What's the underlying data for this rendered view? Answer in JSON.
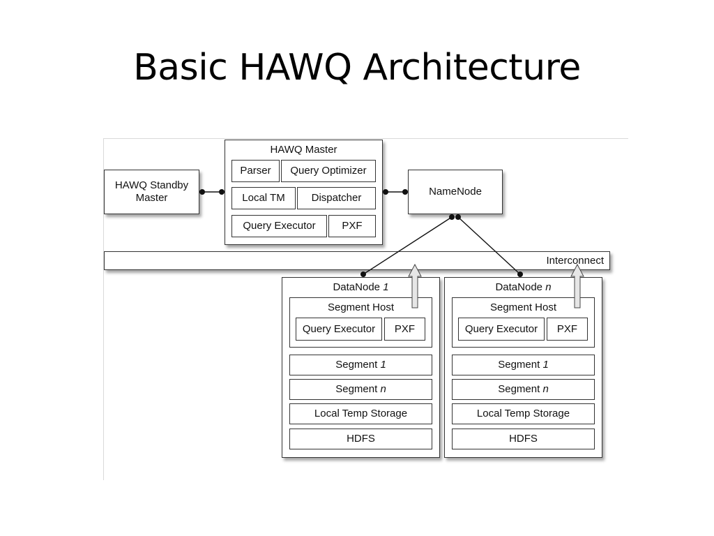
{
  "title": "Basic HAWQ Architecture",
  "diagram": {
    "standby_master": {
      "line1": "HAWQ Standby",
      "line2": "Master"
    },
    "master": {
      "label": "HAWQ Master",
      "components": {
        "parser": "Parser",
        "query_optimizer": "Query Optimizer",
        "local_tm": "Local TM",
        "dispatcher": "Dispatcher",
        "query_executor": "Query Executor",
        "pxf": "PXF"
      }
    },
    "namenode": "NameNode",
    "interconnect": "Interconnect",
    "datanodes": [
      {
        "label": "DataNode",
        "index": "1",
        "segment_host": "Segment Host",
        "query_executor": "Query Executor",
        "pxf": "PXF",
        "segment_first": {
          "label": "Segment",
          "index": "1"
        },
        "segment_last": {
          "label": "Segment",
          "index": "n"
        },
        "local_temp_storage": "Local Temp Storage",
        "hdfs": "HDFS"
      },
      {
        "label": "DataNode",
        "index": "n",
        "segment_host": "Segment Host",
        "query_executor": "Query Executor",
        "pxf": "PXF",
        "segment_first": {
          "label": "Segment",
          "index": "1"
        },
        "segment_last": {
          "label": "Segment",
          "index": "n"
        },
        "local_temp_storage": "Local Temp Storage",
        "hdfs": "HDFS"
      }
    ]
  }
}
